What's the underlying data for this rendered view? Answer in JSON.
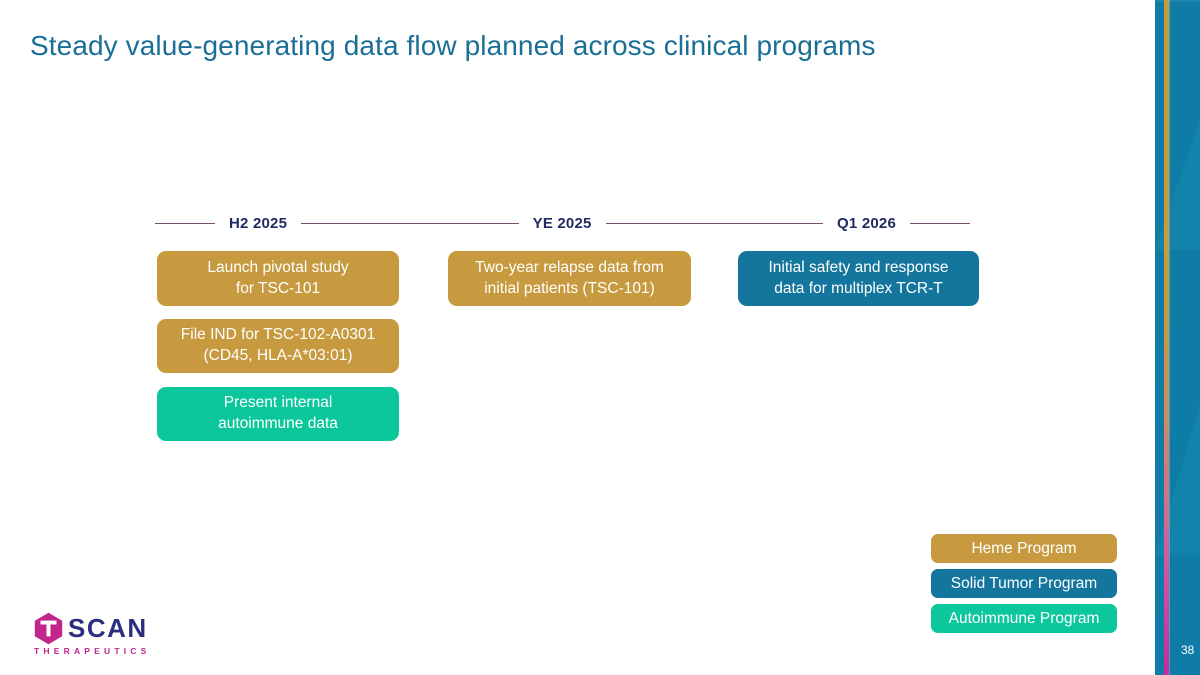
{
  "slide": {
    "title": "Steady value-generating data flow planned across clinical programs",
    "page_number": "38"
  },
  "timeline": {
    "milestones": [
      {
        "label": "H2 2025"
      },
      {
        "label": "YE 2025"
      },
      {
        "label": "Q1 2026"
      }
    ],
    "rule_color": "#7C4F6E"
  },
  "columns": [
    {
      "milestone": "H2 2025",
      "cards": [
        {
          "line1": "Launch pivotal study",
          "line2": "for TSC-101",
          "program": "Heme Program",
          "color": "#C79A3F"
        },
        {
          "line1": "File IND for TSC-102-A0301",
          "line2": "(CD45, HLA-A*03:01)",
          "program": "Heme Program",
          "color": "#C79A3F"
        },
        {
          "line1": "Present internal",
          "line2": "autoimmune data",
          "program": "Autoimmune Program",
          "color": "#0BC79B"
        }
      ]
    },
    {
      "milestone": "YE 2025",
      "cards": [
        {
          "line1": "Two-year relapse data from",
          "line2": "initial patients (TSC-101)",
          "program": "Heme Program",
          "color": "#C79A3F"
        }
      ]
    },
    {
      "milestone": "Q1 2026",
      "cards": [
        {
          "line1": "Initial safety and response",
          "line2": "data for multiplex TCR-T",
          "program": "Solid Tumor Program",
          "color": "#14769C"
        }
      ]
    }
  ],
  "legend": {
    "items": [
      {
        "label": "Heme Program",
        "color": "#C79A3F"
      },
      {
        "label": "Solid Tumor Program",
        "color": "#14769C"
      },
      {
        "label": "Autoimmune Program",
        "color": "#0BC79B"
      }
    ]
  },
  "logo": {
    "mark_letter": "T",
    "wordmark": "SCAN",
    "tagline": "THERAPEUTICS",
    "mark_color": "#C2268C",
    "word_color": "#2B2F7E"
  },
  "theme": {
    "title_color": "#1B6E96",
    "band_color": "#0E7CA6",
    "accent_gold": "#C89A3C",
    "accent_magenta": "#C42A9B"
  }
}
